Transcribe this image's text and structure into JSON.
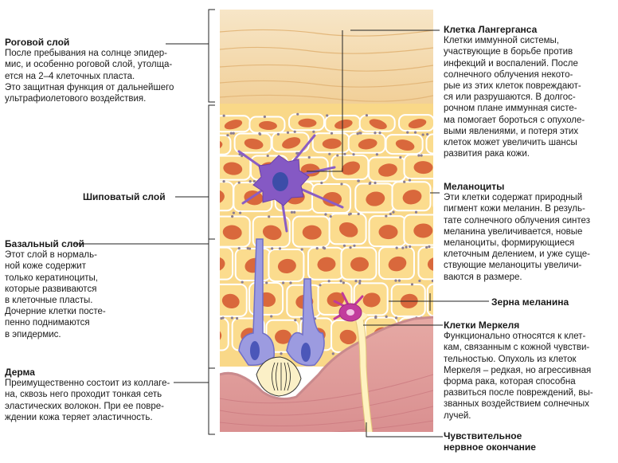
{
  "left": {
    "stratum_corneum": {
      "title": "Роговой слой",
      "text": "После пребывания на солнце эпидер-\nмис, и особенно роговой слой, утолща-\nется на 2–4 клеточных пласта.\nЭто защитная функция от дальнейшего\nультрафиолетового воздействия."
    },
    "stratum_spinosum": {
      "title": "Шиповатый слой"
    },
    "stratum_basale": {
      "title": "Базальный слой",
      "text": "Этот слой в нормаль-\nной коже содержит\nтолько кератиноциты,\nкоторые развиваются\nв клеточные пласты.\nДочерние клетки посте-\nпенно поднимаются\nв эпидермис."
    },
    "dermis": {
      "title": "Дерма",
      "text": "Преимущественно состоит из коллаге-\nна, сквозь него проходит тонкая сеть\nэластических волокон. При ее повре-\nждении кожа теряет эластичность."
    }
  },
  "right": {
    "langerhans": {
      "title": "Клетка Лангерганса",
      "text": "Клетки иммунной системы,\nучаствующие в борьбе против\nинфекций и воспалений. После\nсолнечного облучения некото-\nрые из этих клеток повреждают-\nся или разрушаются. В долгос-\nрочном плане иммунная систе-\nма помогает бороться с опухоле-\nвыми явлениями, и потеря этих\nклеток может увеличить шансы\nразвития рака кожи."
    },
    "melanocytes": {
      "title": "Меланоциты",
      "text": "Эти клетки содержат природный\nпигмент кожи меланин. В резуль-\nтате солнечного облучения синтез\nмеланина увеличивается, новые\nмеланоциты, формирующиеся\nклеточным делением, и уже суще-\nствующие меланоциты увеличи-\nваются в размере."
    },
    "melanin_granules": {
      "title": "Зерна меланина"
    },
    "merkel": {
      "title": "Клетки Меркеля",
      "text": "Функционально относятся к клет-\nкам, связанным с кожной чувстви-\nтельностью. Опухоль из клеток\nМеркеля – редкая, но агрессивная\nформа рака, которая способна\nразвиться после повреждений, вы-\nзванных воздействием солнечных\nлучей."
    },
    "nerve_ending": {
      "title": "Чувствительное\nнервное окончание"
    }
  },
  "colors": {
    "corneum": "#f3d6a8",
    "cell_fill": "#fbdc8e",
    "nucleus": "#d9683c",
    "membrane": "#ffffff",
    "melanocyte": "#8f8fd3",
    "langerhans": "#7a4fb8",
    "merkel": "#c0399a",
    "dermis": "#e2a0a0",
    "nerve": "#fff3c6"
  }
}
